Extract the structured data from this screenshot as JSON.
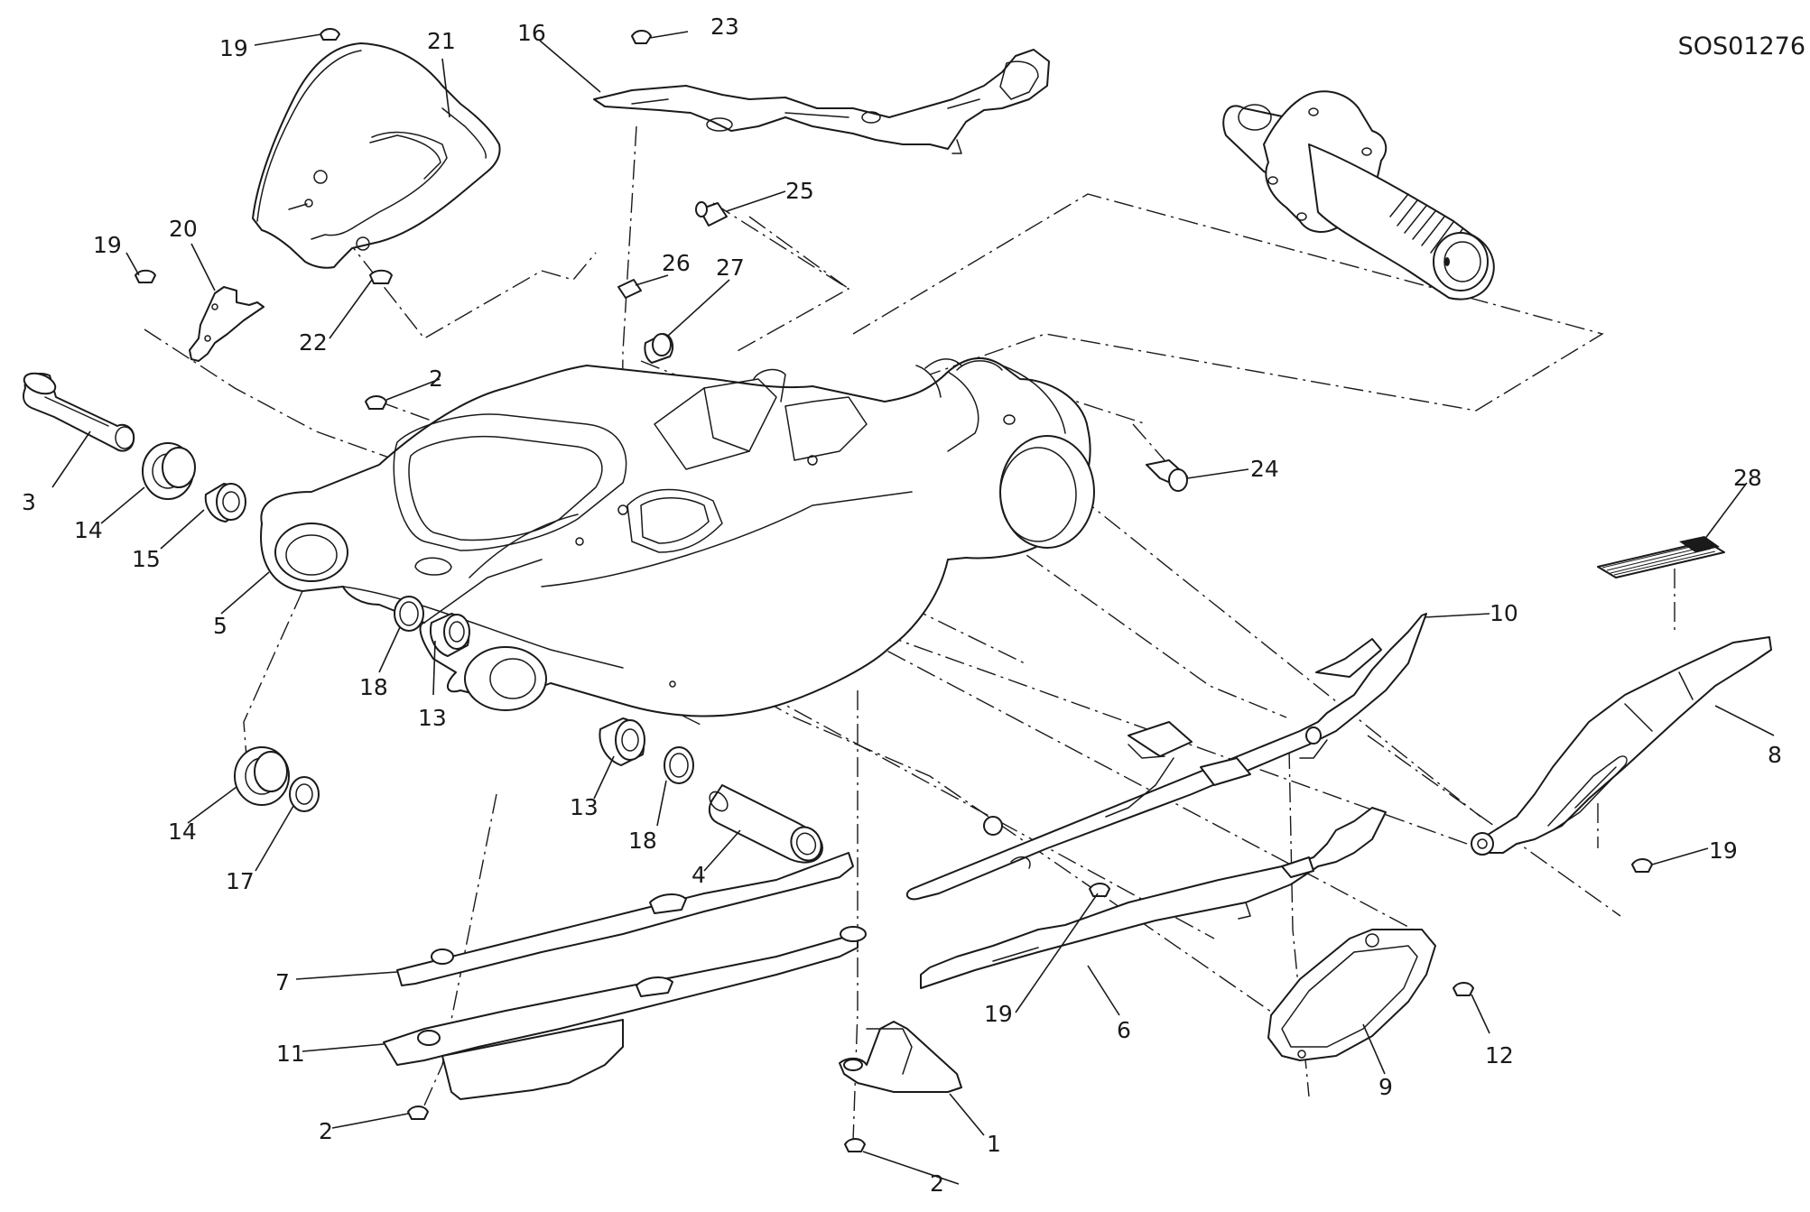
{
  "drawing_ref": "SOS01276",
  "callouts": [
    {
      "id": "c1",
      "label": "1"
    },
    {
      "id": "c2a",
      "label": "2"
    },
    {
      "id": "c2b",
      "label": "2"
    },
    {
      "id": "c2c",
      "label": "2"
    },
    {
      "id": "c3",
      "label": "3"
    },
    {
      "id": "c4",
      "label": "4"
    },
    {
      "id": "c5",
      "label": "5"
    },
    {
      "id": "c6",
      "label": "6"
    },
    {
      "id": "c7",
      "label": "7"
    },
    {
      "id": "c8",
      "label": "8"
    },
    {
      "id": "c9",
      "label": "9"
    },
    {
      "id": "c10",
      "label": "10"
    },
    {
      "id": "c11",
      "label": "11"
    },
    {
      "id": "c12",
      "label": "12"
    },
    {
      "id": "c13a",
      "label": "13"
    },
    {
      "id": "c13b",
      "label": "13"
    },
    {
      "id": "c14a",
      "label": "14"
    },
    {
      "id": "c14b",
      "label": "14"
    },
    {
      "id": "c15",
      "label": "15"
    },
    {
      "id": "c16",
      "label": "16"
    },
    {
      "id": "c17",
      "label": "17"
    },
    {
      "id": "c18a",
      "label": "18"
    },
    {
      "id": "c18b",
      "label": "18"
    },
    {
      "id": "c19a",
      "label": "19"
    },
    {
      "id": "c19b",
      "label": "19"
    },
    {
      "id": "c19c",
      "label": "19"
    },
    {
      "id": "c19d",
      "label": "19"
    },
    {
      "id": "c20",
      "label": "20"
    },
    {
      "id": "c21",
      "label": "21"
    },
    {
      "id": "c22",
      "label": "22"
    },
    {
      "id": "c23",
      "label": "23"
    },
    {
      "id": "c24",
      "label": "24"
    },
    {
      "id": "c25",
      "label": "25"
    },
    {
      "id": "c26",
      "label": "26"
    },
    {
      "id": "c27",
      "label": "27"
    },
    {
      "id": "c28",
      "label": "28"
    }
  ]
}
